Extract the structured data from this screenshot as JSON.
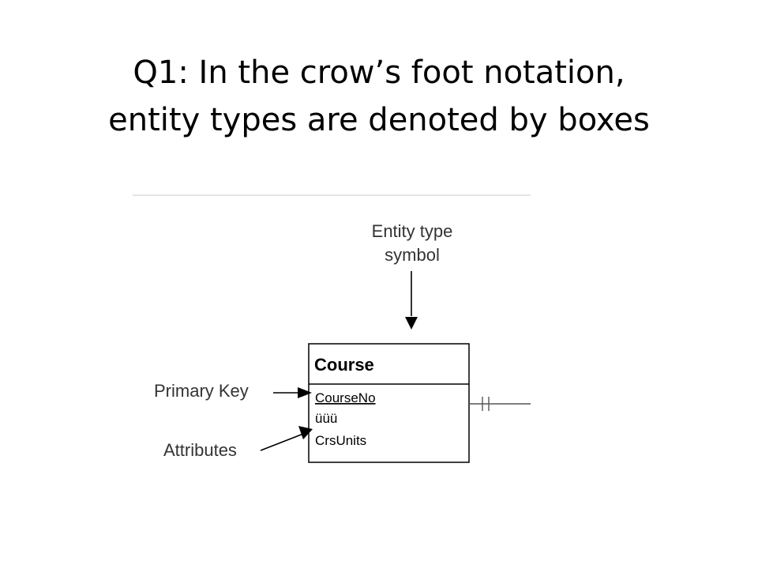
{
  "slide": {
    "title_line1": "Q1: In the crow’s foot notation,",
    "title_line2": "entity types are denoted by boxes"
  },
  "diagram": {
    "entity_symbol_label_line1": "Entity type",
    "entity_symbol_label_line2": "symbol",
    "primary_key_label": "Primary Key",
    "attributes_label": "Attributes",
    "entity": {
      "name": "Course",
      "attributes": [
        "CourseNo",
        "üüü",
        "CrsUnits"
      ]
    }
  }
}
